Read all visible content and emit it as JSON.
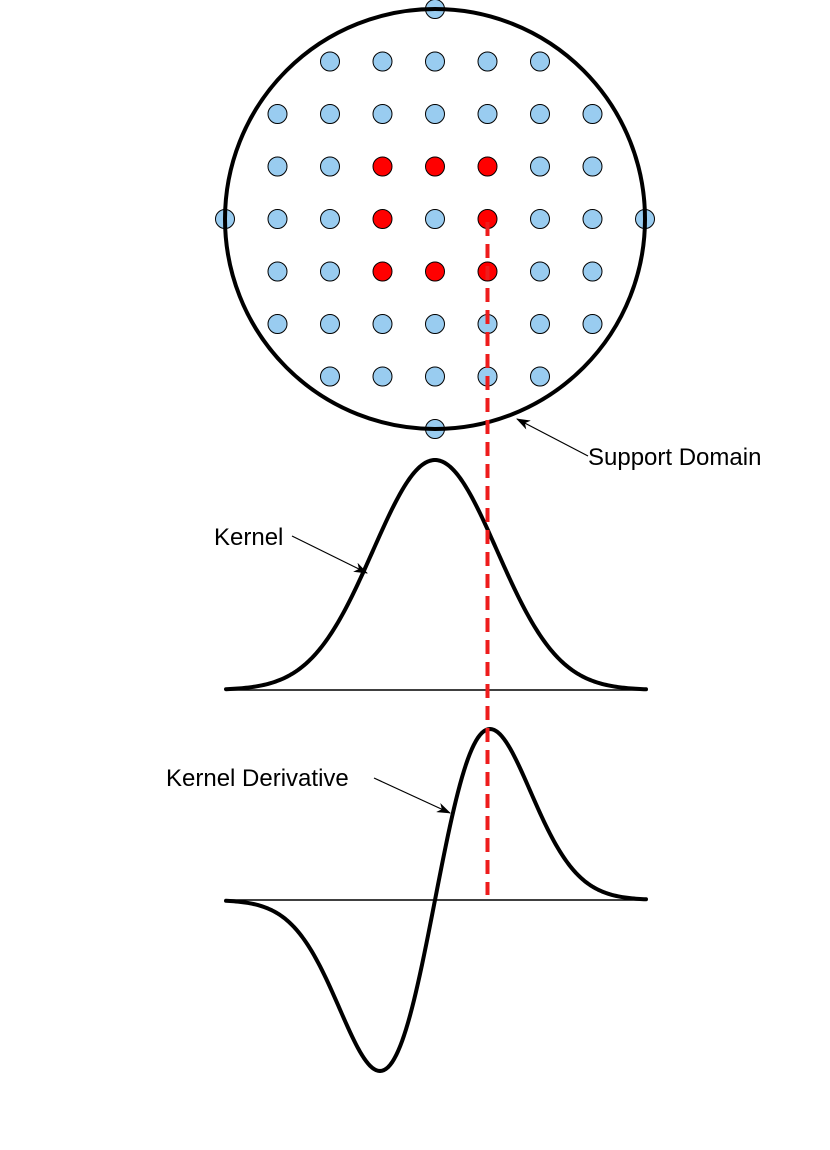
{
  "labels": {
    "support_domain": "Support Domain",
    "kernel": "Kernel",
    "kernel_derivative": "Kernel Derivative"
  },
  "colors": {
    "particle_fill": "#99ccf0",
    "neighbor_fill": "#ff0000",
    "stroke": "#000000",
    "dashed_line": "#ee1c1c"
  },
  "grid": {
    "columns": [
      -4,
      -3,
      -2,
      -1,
      0,
      1,
      2,
      3,
      4
    ],
    "rows": [
      -4,
      -3,
      -2,
      -1,
      0,
      1,
      2,
      3,
      4
    ],
    "support_radius": 4,
    "center": [
      0,
      0
    ],
    "neighbors": [
      [
        -1,
        -1
      ],
      [
        0,
        -1
      ],
      [
        1,
        -1
      ],
      [
        -1,
        0
      ],
      [
        1,
        0
      ],
      [
        -1,
        1
      ],
      [
        0,
        1
      ],
      [
        1,
        1
      ]
    ],
    "reference_column": 1
  },
  "curves": {
    "kernel": "gaussian",
    "kernel_derivative": "negative first derivative of gaussian"
  },
  "icons": [
    "arrow-pointer-icon"
  ]
}
